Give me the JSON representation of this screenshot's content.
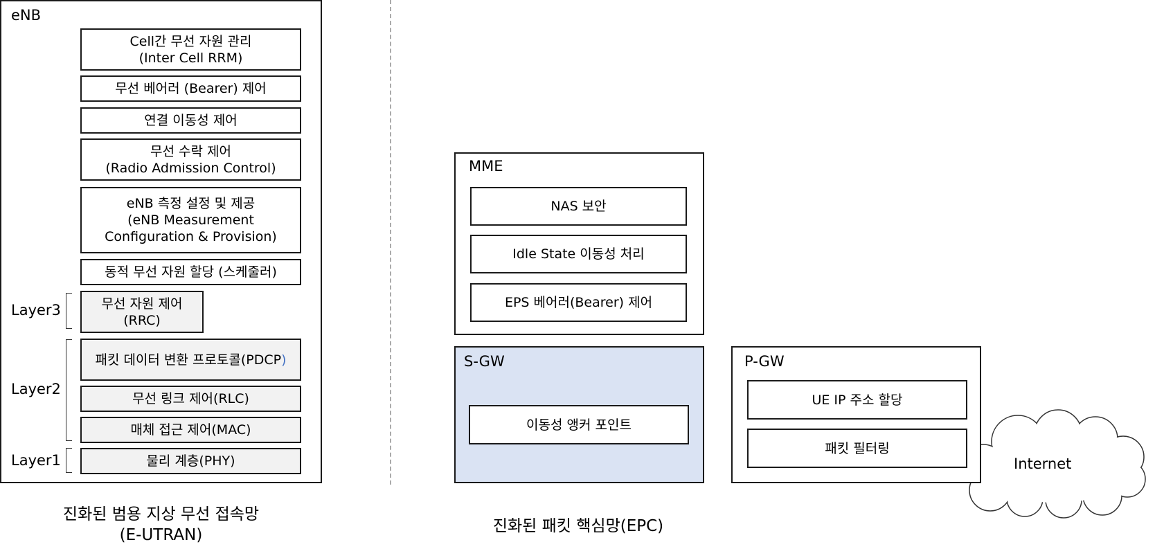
{
  "enb": {
    "title": "eNB",
    "functions": {
      "inter_cell_rrm": {
        "line1": "Cell간 무선 자원 관리",
        "line2": "(Inter Cell RRM)"
      },
      "bearer_control": "무선 베어러 (Bearer) 제어",
      "connection_mobility": "연결 이동성 제어",
      "radio_admission": {
        "line1": "무선 수락 제어",
        "line2": "(Radio Admission Control)"
      },
      "measurement": {
        "line1": "eNB 측정 설정 및 제공",
        "line2": "(eNB Measurement",
        "line3": "Configuration & Provision)"
      },
      "scheduler": "동적 무선 자원 할당 (스케줄러)"
    },
    "layers": {
      "layer3": {
        "label": "Layer3",
        "rrc": {
          "line1": "무선 자원 제어",
          "line2": "(RRC)"
        }
      },
      "layer2": {
        "label": "Layer2",
        "pdcp_text": "패킷 데이터 변환 프로토콜(PDCP",
        "pdcp_paren": ")",
        "rlc": "무선 링크 제어(RLC)",
        "mac": "매체 접근 제어(MAC)"
      },
      "layer1": {
        "label": "Layer1",
        "phy": "물리 계층(PHY)"
      }
    },
    "caption": {
      "line1": "진화된 범용 지상 무선 접속망",
      "line2": "(E-UTRAN)"
    }
  },
  "epc": {
    "mme": {
      "title": "MME",
      "nas": "NAS 보안",
      "idle": "Idle State 이동성 처리",
      "eps": "EPS 베어러(Bearer) 제어"
    },
    "sgw": {
      "title": "S-GW",
      "anchor": "이동성 앵커 포인트"
    },
    "pgw": {
      "title": "P-GW",
      "ue_ip": "UE IP 주소 할당",
      "filter": "패킷 필터링"
    },
    "internet": "Internet",
    "caption": "진화된 패킷 핵심망(EPC)"
  },
  "colors": {
    "sgw_fill": "#dae3f3",
    "layer_box_fill": "#f2f2f2",
    "pdcp_paren_accent": "#4472c4"
  }
}
